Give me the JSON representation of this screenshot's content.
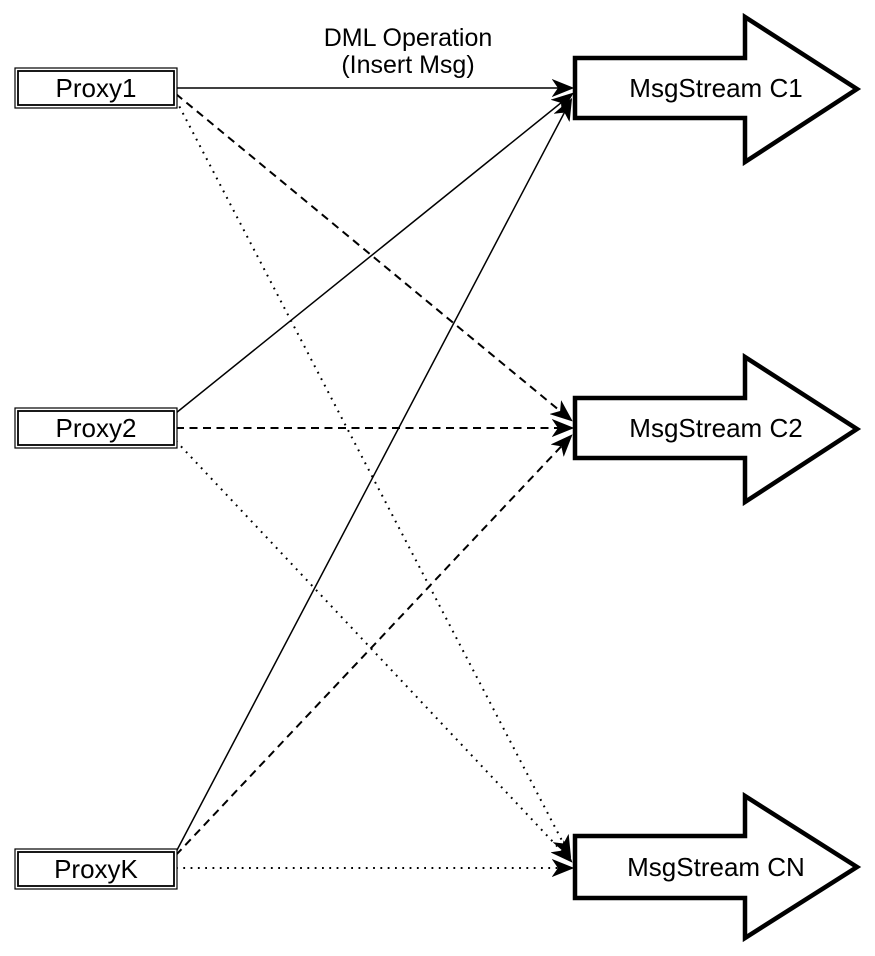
{
  "diagram": {
    "background_color": "#ffffff",
    "stroke_color": "#000000",
    "shape_fill_color": "#ffffff",
    "edge_label": {
      "line1": "DML Operation",
      "line2": "(Insert Msg)"
    },
    "proxies": [
      {
        "label": "Proxy1"
      },
      {
        "label": "Proxy2"
      },
      {
        "label": "ProxyK"
      }
    ],
    "streams": [
      {
        "label": "MsgStream C1"
      },
      {
        "label": "MsgStream C2"
      },
      {
        "label": "MsgStream CN"
      }
    ],
    "connections": [
      {
        "from": "Proxy1",
        "to": "MsgStream C1",
        "style": "solid",
        "label": "DML Operation (Insert Msg)"
      },
      {
        "from": "Proxy1",
        "to": "MsgStream C2",
        "style": "dashed",
        "label": ""
      },
      {
        "from": "Proxy1",
        "to": "MsgStream CN",
        "style": "dotted",
        "label": ""
      },
      {
        "from": "Proxy2",
        "to": "MsgStream C1",
        "style": "solid",
        "label": ""
      },
      {
        "from": "Proxy2",
        "to": "MsgStream C2",
        "style": "dashed",
        "label": ""
      },
      {
        "from": "Proxy2",
        "to": "MsgStream CN",
        "style": "dotted",
        "label": ""
      },
      {
        "from": "ProxyK",
        "to": "MsgStream C1",
        "style": "solid",
        "label": ""
      },
      {
        "from": "ProxyK",
        "to": "MsgStream C2",
        "style": "dashed",
        "label": ""
      },
      {
        "from": "ProxyK",
        "to": "MsgStream CN",
        "style": "dotted",
        "label": ""
      }
    ]
  }
}
